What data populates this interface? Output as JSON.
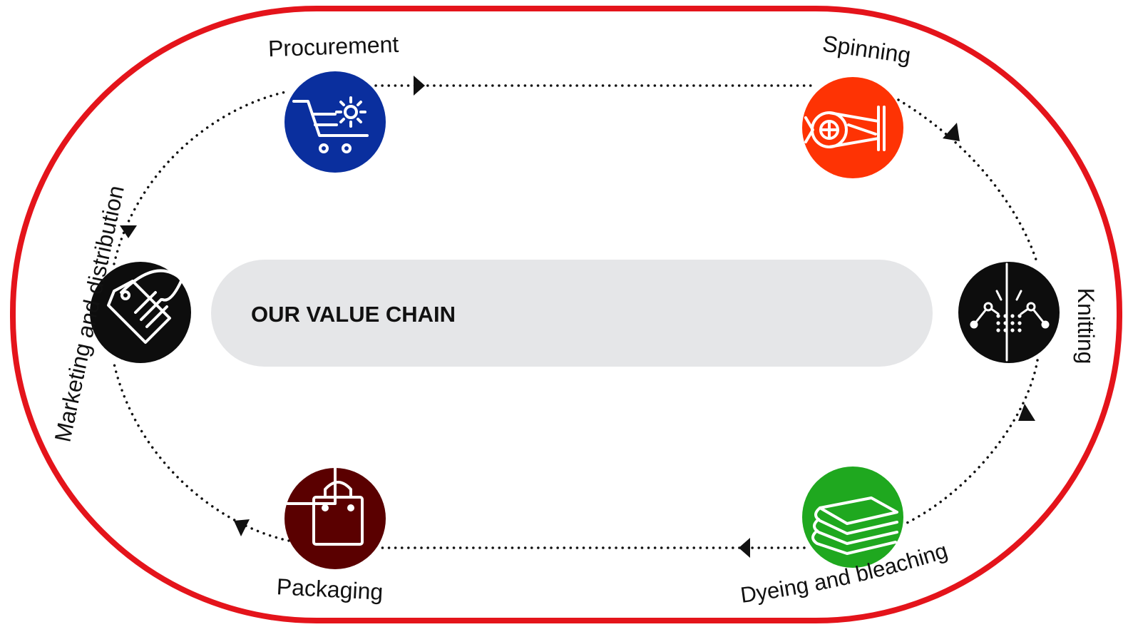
{
  "diagram": {
    "center_label": "OUR VALUE CHAIN",
    "stages": [
      {
        "id": "procurement",
        "label": "Procurement",
        "color": "#0a2f9e",
        "icon": "shopping-cart-gear-icon"
      },
      {
        "id": "spinning",
        "label": "Spinning",
        "color": "#fe3304",
        "icon": "spinning-machine-icon"
      },
      {
        "id": "knitting",
        "label": "Knitting",
        "color": "#0d0d0d",
        "icon": "knitting-needles-icon"
      },
      {
        "id": "dyeing",
        "label": "Dyeing and bleaching",
        "color": "#1fa81f",
        "icon": "folded-fabric-stack-icon"
      },
      {
        "id": "packaging",
        "label": "Packaging",
        "color": "#5a0000",
        "icon": "shopping-bag-icon"
      },
      {
        "id": "marketing",
        "label": "Marketing and distribution",
        "color": "#0d0d0d",
        "icon": "price-tag-icon"
      }
    ],
    "colors": {
      "border": "#e4141b",
      "center_bg": "#e5e6e8",
      "text": "#111111",
      "connector": "#111111"
    }
  }
}
